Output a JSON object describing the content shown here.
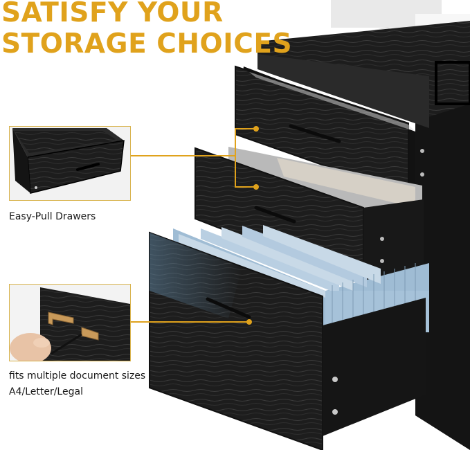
{
  "headline": {
    "line1": "SATISFY YOUR",
    "line2": "STORAGE CHOICES"
  },
  "callouts": [
    {
      "id": "drawers",
      "caption": "Easy-Pull Drawers"
    },
    {
      "id": "documents",
      "caption_line1": "fits multiple document sizes :",
      "caption_line2": "A4/Letter/Legal"
    }
  ],
  "colors": {
    "accent": "#e0a21c",
    "cabinet": "#1e1e1e",
    "folder": "#a9c4dc"
  }
}
